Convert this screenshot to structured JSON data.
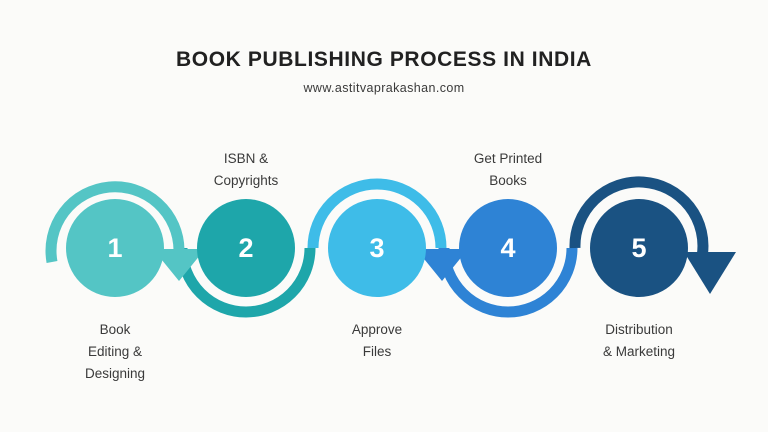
{
  "header": {
    "title": "BOOK PUBLISHING PROCESS IN INDIA",
    "subtitle": "www.astitvaprakashan.com"
  },
  "colors": {
    "background": "#fbfbf9",
    "title_text": "#212121",
    "label_text": "#3a3a3a",
    "number_text": "#ffffff"
  },
  "steps": [
    {
      "number": "1",
      "color": "#54c5c5",
      "label_position": "below",
      "label": "Book Editing & Designing",
      "label_lines": [
        "Book",
        "Editing &",
        "Designing"
      ]
    },
    {
      "number": "2",
      "color": "#1ea6aa",
      "label_position": "above",
      "label": "ISBN & Copyrights",
      "label_lines": [
        "ISBN &",
        "Copyrights"
      ]
    },
    {
      "number": "3",
      "color": "#3ebce8",
      "label_position": "below",
      "label": "Approve Files",
      "label_lines": [
        "Approve",
        "Files"
      ]
    },
    {
      "number": "4",
      "color": "#2e83d5",
      "label_position": "above",
      "label": "Get Printed Books",
      "label_lines": [
        "Get Printed",
        "Books"
      ]
    },
    {
      "number": "5",
      "color": "#1a5282",
      "label_position": "below",
      "label": "Distribution & Marketing",
      "label_lines": [
        "Distribution",
        "& Marketing"
      ]
    }
  ],
  "flow": {
    "arcs": [
      {
        "name": "arc-over-step-1",
        "color": "#54c5c5"
      },
      {
        "name": "arc-under-step-2",
        "color": "#1ea6aa"
      },
      {
        "name": "arc-over-step-3",
        "color": "#3ebce8"
      },
      {
        "name": "arc-under-step-4",
        "color": "#2e83d5"
      },
      {
        "name": "arc-over-step-5",
        "color": "#1a5282"
      }
    ],
    "arrowheads": [
      {
        "name": "arrowhead-step-1-to-2",
        "color": "#54c5c5"
      },
      {
        "name": "arrowhead-step-3-to-4",
        "color": "#2e83d5"
      },
      {
        "name": "arrowhead-after-step-5",
        "color": "#1a5282"
      }
    ]
  }
}
